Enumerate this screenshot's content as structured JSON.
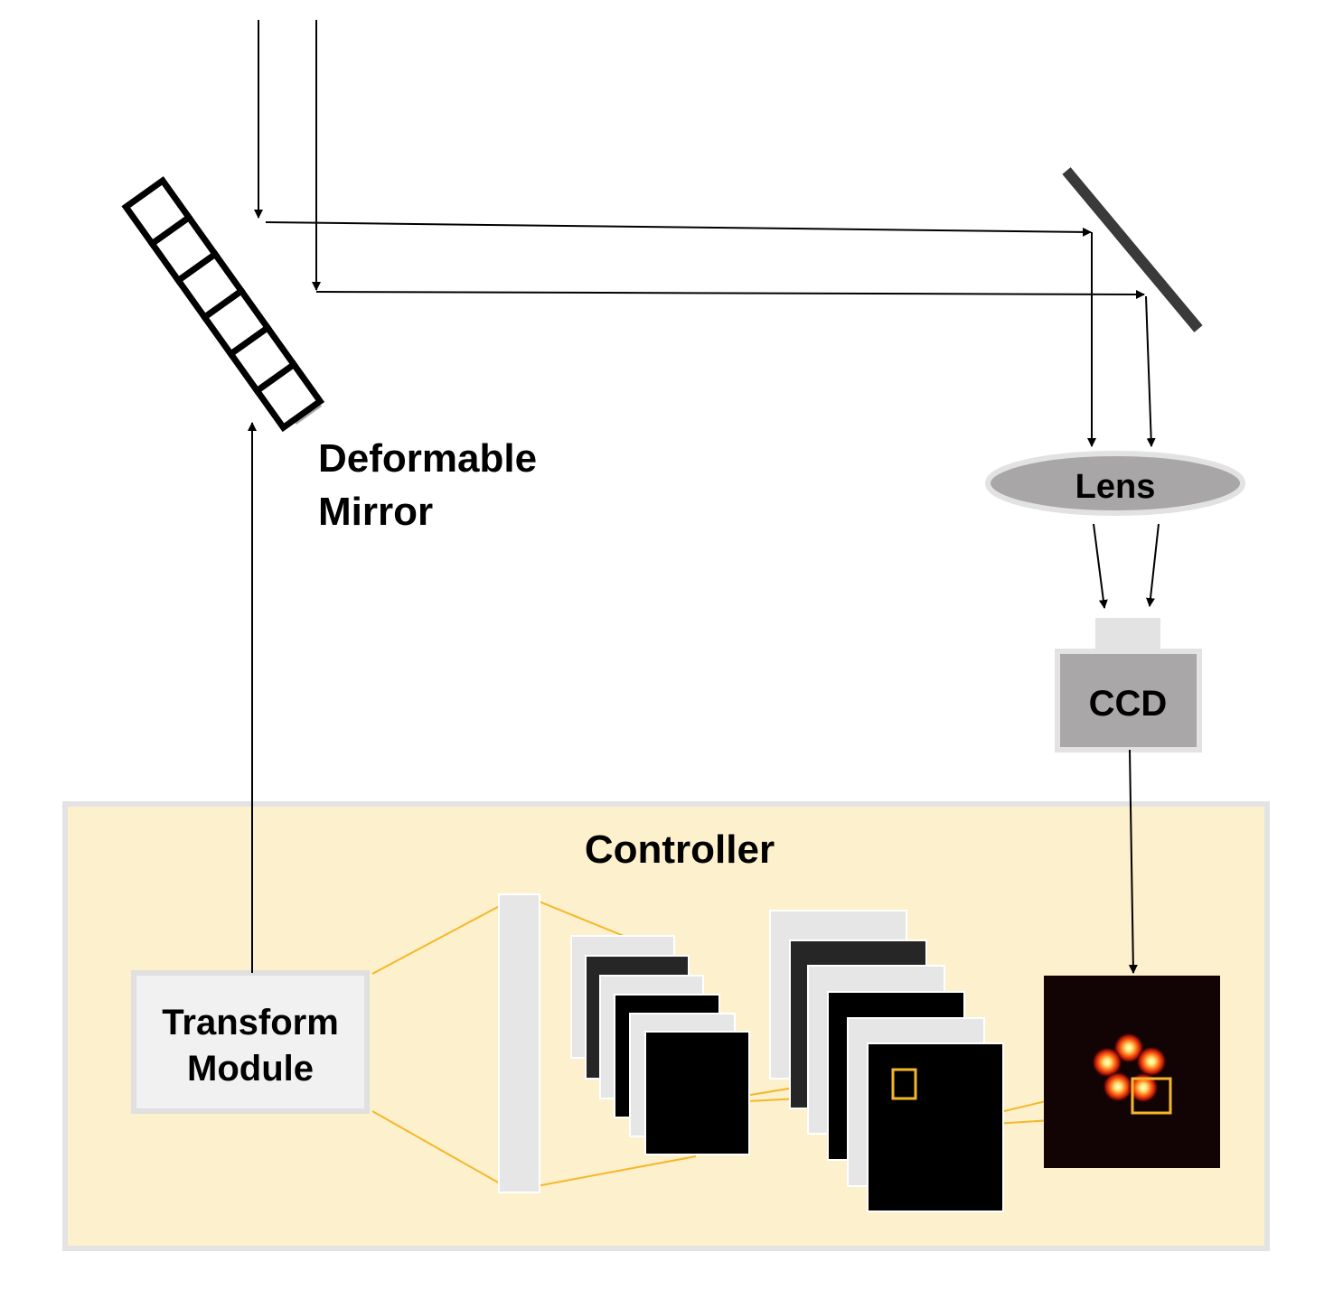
{
  "labels": {
    "deformable_mirror_line1": "Deformable",
    "deformable_mirror_line2": "Mirror",
    "lens": "Lens",
    "ccd": "CCD",
    "controller": "Controller",
    "transform_module_line1": "Transform",
    "transform_module_line2": "Module"
  },
  "colors": {
    "controller_background": "#fdf0cc",
    "controller_border": "#e3e3e3",
    "connector_lines": "#f5b72a",
    "mirror_backing": "#a9a9a9",
    "flat_mirror": "#3a3a3a",
    "lens_fill": "#a8a6a6",
    "ccd_body": "#a9a7a7",
    "dark_feature_map": "#000000",
    "light_feature_map": "#e6e6e6",
    "psf_background": "#120404"
  },
  "icons": {
    "deformable_mirror": "deformable-mirror-icon",
    "flat_mirror": "flat-mirror-icon",
    "lens": "lens-icon",
    "ccd": "ccd-camera-icon",
    "psf_image": "point-spread-function-image"
  }
}
